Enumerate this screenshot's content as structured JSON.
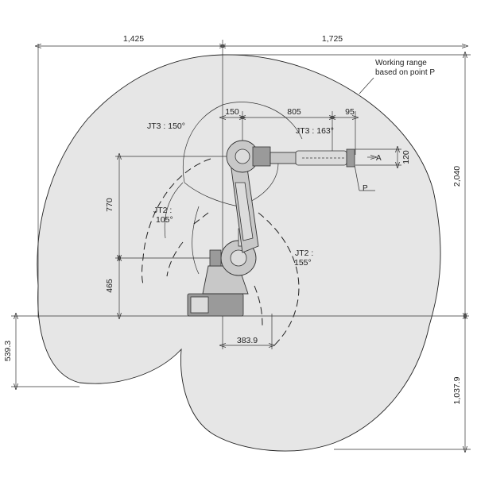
{
  "diagram": {
    "dimensions": {
      "left_reach": "1,425",
      "right_reach": "1,725",
      "shoulder_offset": "150",
      "upper_arm_span": "805",
      "wrist_offset": "95",
      "total_height": "2,040",
      "tool_flange": "120",
      "arm_length": "770",
      "base_height": "465",
      "rear_depth": "539.3",
      "lower_depth": "1,037.9",
      "base_offset": "383.9"
    },
    "angles": {
      "jt3_back": "JT3 : 150°",
      "jt3_front": "JT3 : 163°",
      "jt2_back_line1": "JT2 :",
      "jt2_back_line2": "105°",
      "jt2_front_line1": "JT2 :",
      "jt2_front_line2": "155°"
    },
    "labels": {
      "working_range_line1": "Working range",
      "working_range_line2": "based on point P",
      "point_a": "A",
      "point_p": "P"
    },
    "colors": {
      "range_fill": "#e6e6e6",
      "robot_fill": "#c8c8c8",
      "line": "#222222"
    }
  }
}
